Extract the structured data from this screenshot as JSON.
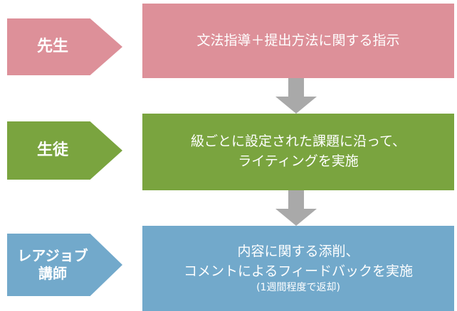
{
  "diagram": {
    "type": "process-flow",
    "rows": [
      {
        "actor": "先生",
        "content": "文法指導＋提出方法に関する指示",
        "color": "#dd9099"
      },
      {
        "actor": "生徒",
        "content_line1": "級ごとに設定された課題に沿って、",
        "content_line2": "ライティングを実施",
        "color": "#7aa43f"
      },
      {
        "actor_line1": "レアジョブ",
        "actor_line2": "講師",
        "content_line1": "内容に関する添削、",
        "content_line2": "コメントによるフィードバックを実施",
        "content_note": "(1週間程度で返却)",
        "color": "#72a9cb"
      }
    ],
    "connector_color": "#a9a9a9",
    "text_color": "#ffffff"
  }
}
